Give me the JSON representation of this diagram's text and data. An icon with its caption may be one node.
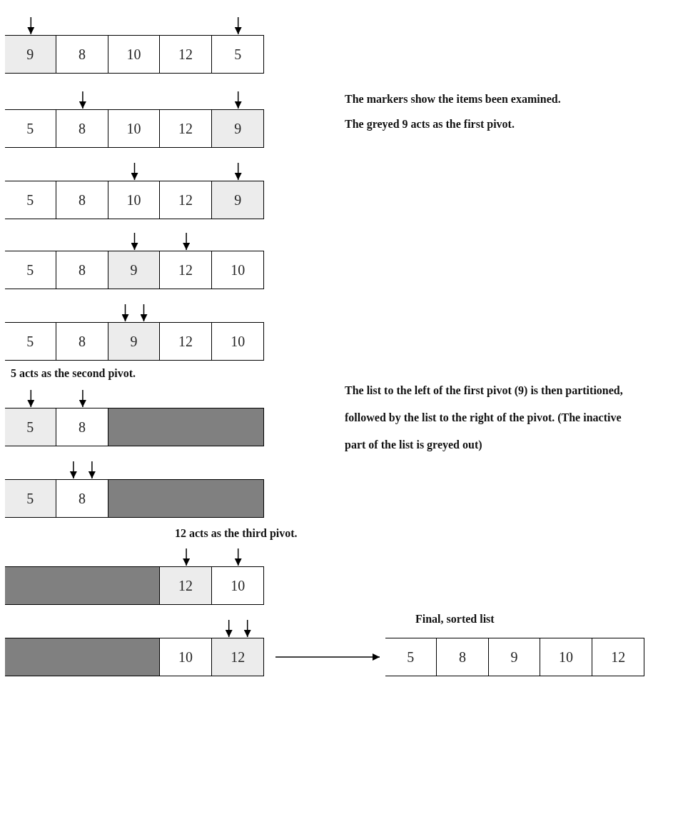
{
  "diagram": {
    "nodes": [
      {
        "text": [],
        "shape": "box"
      },
      {
        "text": [
          "9"
        ],
        "in": 0
      },
      {
        "text": [
          "8"
        ],
        "in": 0
      },
      {
        "text": [
          "10"
        ],
        "in": 0
      },
      {
        "text": [
          "12"
        ],
        "in": 0
      },
      {
        "text": [
          "5"
        ],
        "in": 0
      },
      {
        "text": [],
        "shape": "box"
      },
      {
        "text": [
          "5"
        ],
        "in": 6
      },
      {
        "text": [
          "8"
        ],
        "in": 6
      },
      {
        "text": [
          "10"
        ],
        "in": 6
      },
      {
        "text": [
          "12"
        ],
        "in": 6
      },
      {
        "text": [
          "9"
        ],
        "in": 6
      },
      {
        "text": [],
        "shape": "box"
      },
      {
        "text": [
          "5"
        ],
        "in": 12
      },
      {
        "text": [
          "8"
        ],
        "in": 12
      },
      {
        "text": [
          "10"
        ],
        "in": 12
      },
      {
        "text": [
          "12"
        ],
        "in": 12
      },
      {
        "text": [
          "9"
        ],
        "in": 12
      },
      {
        "text": [],
        "shape": "box"
      },
      {
        "text": [
          "5"
        ],
        "in": 18
      },
      {
        "text": [
          "8"
        ],
        "in": 18
      },
      {
        "text": [
          "9"
        ],
        "in": 18
      },
      {
        "text": [
          "12"
        ],
        "in": 18
      },
      {
        "text": [
          "10"
        ],
        "in": 18
      },
      {
        "text": [],
        "shape": "box"
      },
      {
        "text": [
          "5"
        ],
        "in": 24
      },
      {
        "text": [
          "8"
        ],
        "in": 24
      },
      {
        "text": [
          "9"
        ],
        "in": 24
      },
      {
        "text": [
          "12"
        ],
        "in": 24
      },
      {
        "text": [
          "10"
        ],
        "in": 24
      },
      {
        "text": [],
        "shape": "box"
      },
      {
        "text": [
          "5"
        ],
        "in": 30
      },
      {
        "text": [
          "8"
        ],
        "in": 30
      },
      {
        "text": [],
        "shape": "bar",
        "in": 30
      },
      {
        "text": [],
        "shape": "box"
      },
      {
        "text": [
          "5"
        ],
        "in": 34
      },
      {
        "text": [
          "8"
        ],
        "in": 34
      },
      {
        "text": [],
        "shape": "bar",
        "in": 34
      },
      {
        "text": [],
        "shape": "box"
      },
      {
        "text": [],
        "shape": "bar",
        "in": 38
      },
      {
        "text": [
          "12"
        ],
        "in": 38
      },
      {
        "text": [
          "10"
        ],
        "in": 38
      },
      {
        "text": [],
        "shape": "box"
      },
      {
        "text": [],
        "shape": "bar",
        "in": 42
      },
      {
        "text": [
          "10"
        ],
        "in": 42
      },
      {
        "text": [
          "12"
        ],
        "in": 42
      },
      {
        "text": [],
        "shape": "box"
      },
      {
        "text": [
          "5"
        ],
        "in": 46
      },
      {
        "text": [
          "8"
        ],
        "in": 46
      },
      {
        "text": [
          "9"
        ],
        "in": 46
      },
      {
        "text": [
          "10"
        ],
        "in": 46
      },
      {
        "text": [
          "12"
        ],
        "in": 46
      }
    ],
    "edges": [
      {
        "from": null,
        "to": 1,
        "arrow": "to"
      },
      {
        "from": null,
        "to": 5,
        "arrow": "to"
      },
      {
        "from": null,
        "to": 8,
        "arrow": "to"
      },
      {
        "from": null,
        "to": 11,
        "arrow": "to"
      },
      {
        "from": null,
        "to": 15,
        "arrow": "to"
      },
      {
        "from": null,
        "to": 17,
        "arrow": "to"
      },
      {
        "from": null,
        "to": 21,
        "arrow": "to"
      },
      {
        "from": null,
        "to": 22,
        "arrow": "to"
      },
      {
        "from": null,
        "to": 27,
        "arrow": "to"
      },
      {
        "from": null,
        "to": 27,
        "arrow": "to"
      },
      {
        "from": null,
        "to": 31,
        "arrow": "to"
      },
      {
        "from": null,
        "to": 32,
        "arrow": "to"
      },
      {
        "from": null,
        "to": 36,
        "arrow": "to"
      },
      {
        "from": null,
        "to": 36,
        "arrow": "to"
      },
      {
        "from": null,
        "to": 40,
        "arrow": "to"
      },
      {
        "from": null,
        "to": 41,
        "arrow": "to"
      },
      {
        "from": null,
        "to": 45,
        "arrow": "to"
      },
      {
        "from": null,
        "to": 45,
        "arrow": "to"
      },
      {
        "from": 42,
        "to": 46,
        "arrow": "to"
      }
    ],
    "labels": [
      "The markers show the items been examined.",
      "The greyed 9 acts as the first pivot.",
      "5 acts as the second pivot.",
      "The list to the left of the first pivot (9) is then partitioned, followed by the list to the right of the pivot. (The inactive part of the list is greyed out)",
      "12 acts as the third pivot.",
      "Final, sorted list"
    ]
  }
}
